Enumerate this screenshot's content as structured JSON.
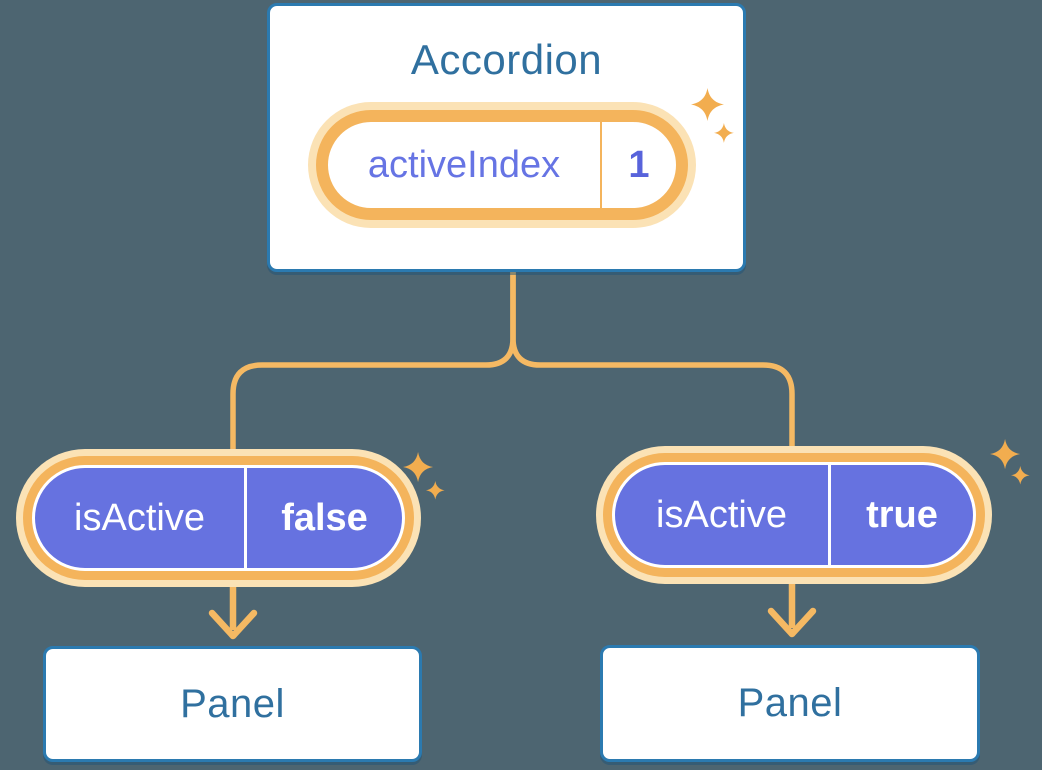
{
  "accordion": {
    "title": "Accordion",
    "state": {
      "name": "activeIndex",
      "value": "1"
    }
  },
  "children": [
    {
      "prop": {
        "name": "isActive",
        "value": "false"
      },
      "panel": {
        "label": "Panel"
      }
    },
    {
      "prop": {
        "name": "isActive",
        "value": "true"
      },
      "panel": {
        "label": "Panel"
      }
    }
  ],
  "icons": [
    {
      "name": "sparkle-icon",
      "meaning": "state highlight sparkles"
    }
  ],
  "colors": {
    "background": "#4D6571",
    "card_border_blue": "#2B7AB0",
    "heading_blue": "#30709F",
    "state_purple": "#6672E0",
    "state_text_purple": "#6674E4",
    "orange_line": "#F5B963",
    "orange_border": "#F4B45C",
    "orange_glow": "#FBE2B5",
    "sparkle_orange": "#F2AD4F",
    "white": "#FFFFFF"
  }
}
